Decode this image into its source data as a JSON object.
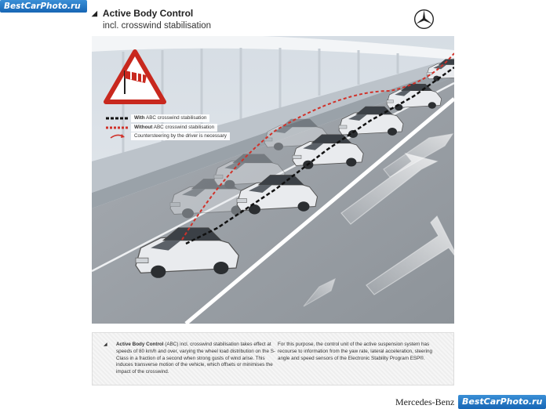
{
  "watermarks": {
    "top": "BestCarPhoto.ru",
    "bottom": "BestCarPhoto.ru"
  },
  "header": {
    "title": "Active Body Control",
    "subtitle": "incl. crosswind stabilisation"
  },
  "legend": {
    "with_bold": "With",
    "with_rest": " ABC crosswind stabilisation",
    "without_bold": "Without",
    "without_rest": " ABC crosswind stabilisation",
    "counter": "Countersteering by the driver is necessary",
    "colors": {
      "with": "#111111",
      "without": "#d0322a",
      "counter": "#d0322a"
    }
  },
  "caption": {
    "col1_bold": "Active Body Control",
    "col1_rest": " (ABC) incl. crosswind stabilisation takes effect at speeds of 80 km/h and over, varying the wheel load distribution on the S-Class in a fraction of a second when strong gusts of wind arise. This induces transverse motion of the vehicle, which offsets or minimises the impact of the crosswind.",
    "col2": "For this purpose, the control unit of the active suspension system has recourse to information from the yaw rate, lateral acceleration, steering angle and speed sensors of the Electronic Stability Program ESP®."
  },
  "brand": "Mercedes-Benz",
  "icons": [
    "mercedes-star-icon",
    "windsock-warning-icon",
    "crosswind-arrow-icon"
  ]
}
